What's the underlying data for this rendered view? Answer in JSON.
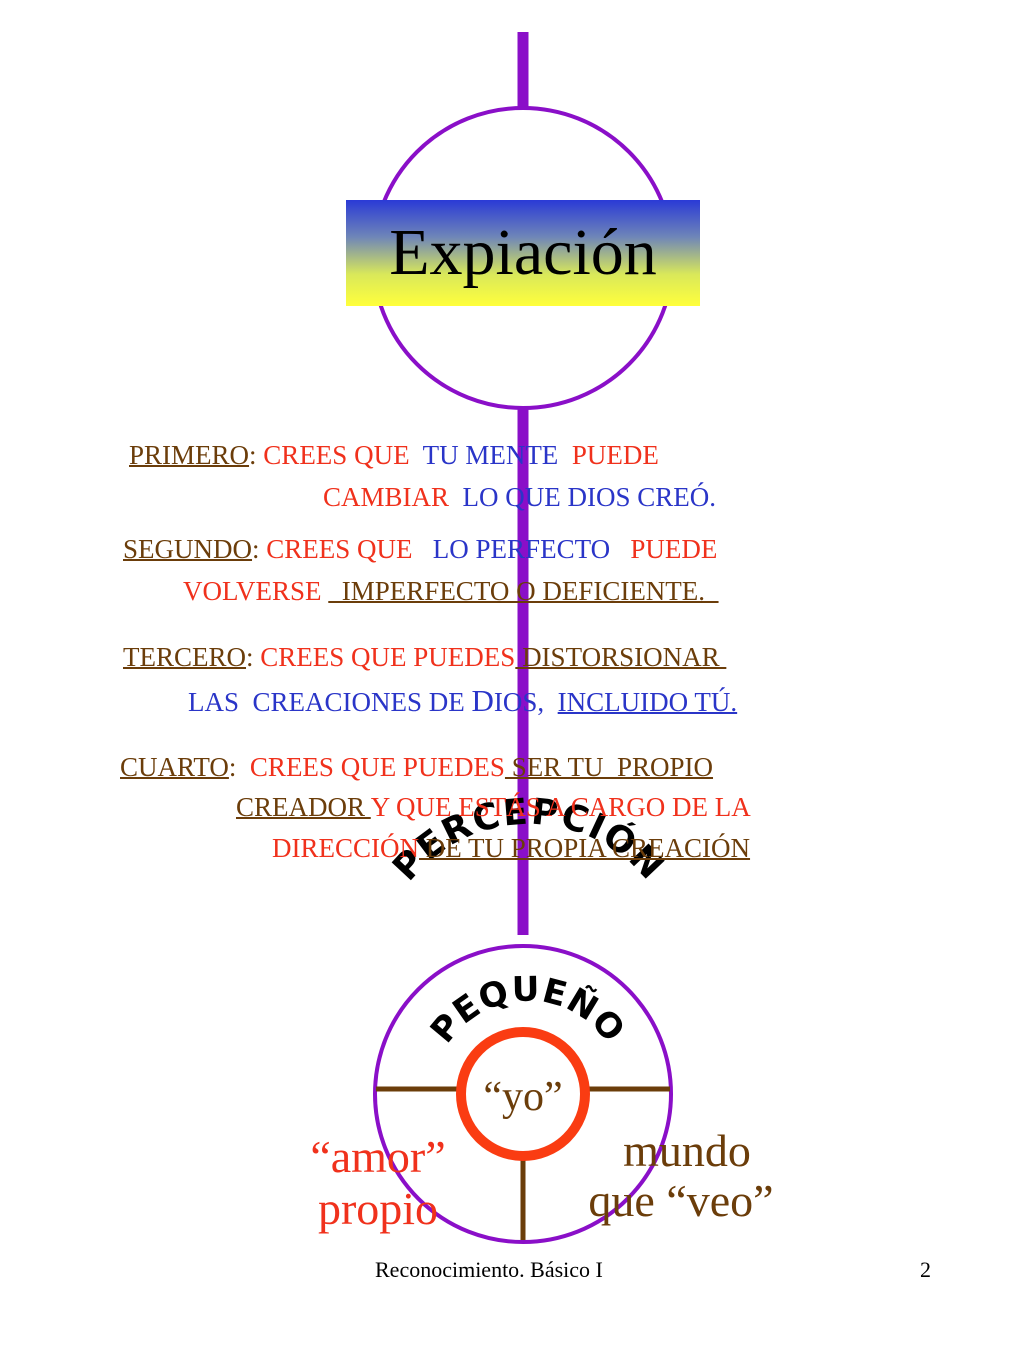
{
  "title": "Expiación",
  "primero": {
    "label": "PRIMERO",
    "colon": ":",
    "l1_a": "CREES QUE ",
    "l1_b": " TU MENTE ",
    "l1_c": " PUEDE",
    "l2_a": "CAMBIAR ",
    "l2_b": " LO QUE DIOS CREÓ."
  },
  "segundo": {
    "label": "SEGUNDO",
    "colon": ":",
    "l1_a": "CREES QUE ",
    "l1_b": "  LO PERFECTO ",
    "l1_c": "  PUEDE",
    "l2_a": "VOLVERSE ",
    "l2_b": "  IMPERFECTO O DEFICIENTE.  "
  },
  "tercero": {
    "label": "TERCERO",
    "colon": ":",
    "l1_a": "CREES QUE PUEDES",
    "l1_b": " DISTORSIONAR ",
    "l2_a": "LAS  CREACIONES DE ",
    "l2_d": "D",
    "l2_b": "IOS,",
    "l2_c": "INCLUIDO TÚ."
  },
  "cuarto": {
    "label": "CUARTO",
    "colon": ":",
    "l1_a": "CREES QUE PUEDES",
    "l1_b": " SER TU  PROPIO",
    "l2_a": "CREADOR ",
    "l2_b": "Y QUE ESTÁS A CARGO DE LA",
    "l3_a": "DIRECCIÓN",
    "l3_b": " DE TU PROPIA CREACIÓN"
  },
  "percepcion": "PERCEPCIÓN",
  "pequeno": "PEQUEÑO",
  "yo": "“yo”",
  "amor": "“amor”",
  "propio": "propio",
  "mundo": "mundo",
  "que_veo": "que “veo”",
  "footer": {
    "center": "Reconocimiento. Básico I",
    "page": "2"
  },
  "colors": {
    "purple": "#8a0fc8",
    "brown": "#6b3d0a",
    "red": "#f0311c",
    "blue": "#2a35c8",
    "orange_ring": "#fa3c12"
  }
}
